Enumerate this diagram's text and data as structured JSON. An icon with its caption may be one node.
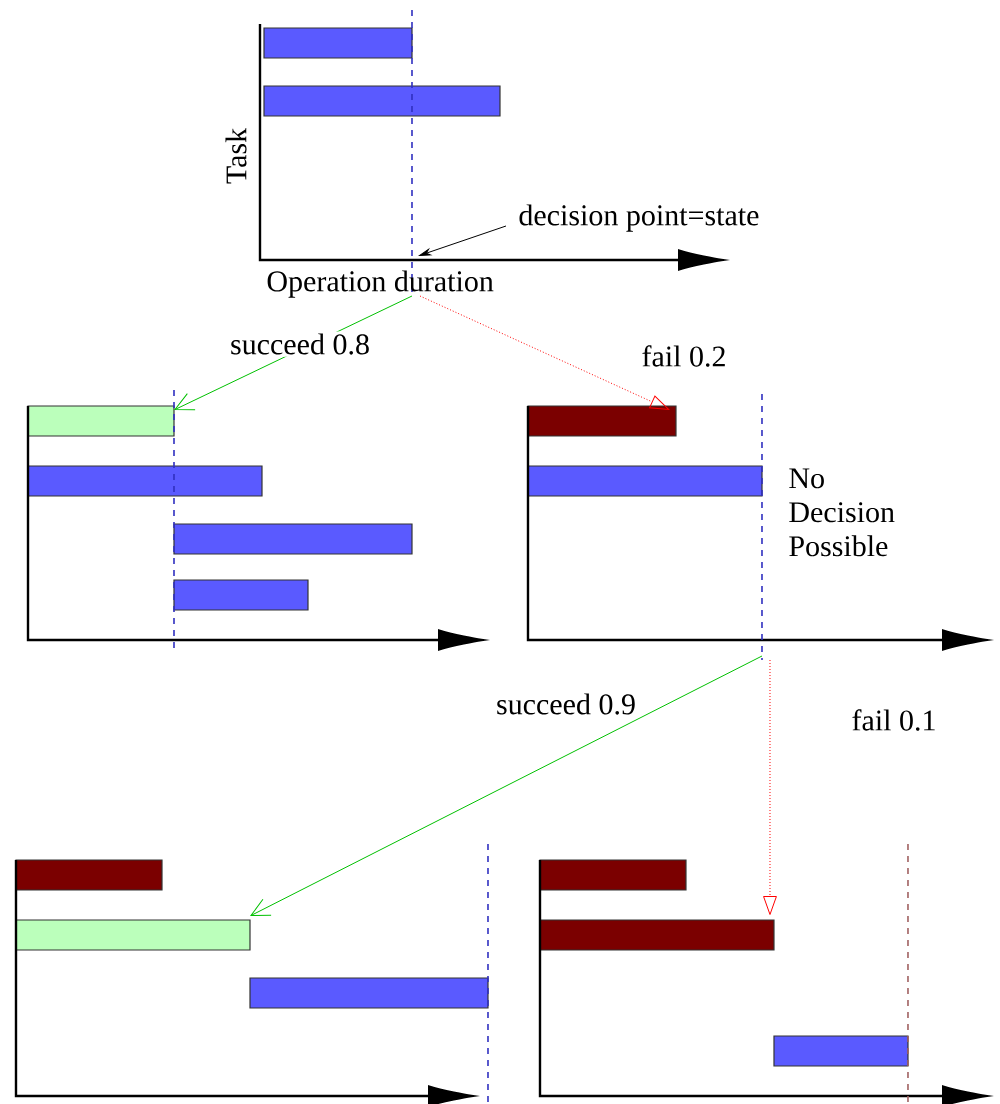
{
  "diagram": {
    "nodes": [
      {
        "text": [
          "Task",
          "Operation duration"
        ]
      },
      {
        "text": [
          "decision point=state"
        ]
      },
      {
        "text": [],
        "shape": "picture"
      },
      {
        "text": [
          "No Decision Possible"
        ]
      },
      {
        "text": [],
        "shape": "picture"
      },
      {
        "text": [],
        "shape": "picture"
      }
    ],
    "edges": [
      {
        "from": 1,
        "to": 0,
        "arrow": "to",
        "color": "#000000"
      },
      {
        "from": 0,
        "to": 2,
        "arrow": "to",
        "label": "succeed 0.8",
        "color": "#00c000"
      },
      {
        "from": 0,
        "to": 3,
        "arrow": "to",
        "label": "fail 0.2",
        "style": "dashed",
        "color": "#ff0000"
      },
      {
        "from": 3,
        "to": 4,
        "arrow": "to",
        "label": "succeed 0.9",
        "color": "#00c000"
      },
      {
        "from": 3,
        "to": 5,
        "arrow": "to",
        "label": "fail 0.1",
        "style": "dashed",
        "color": "#ff0000"
      }
    ]
  }
}
